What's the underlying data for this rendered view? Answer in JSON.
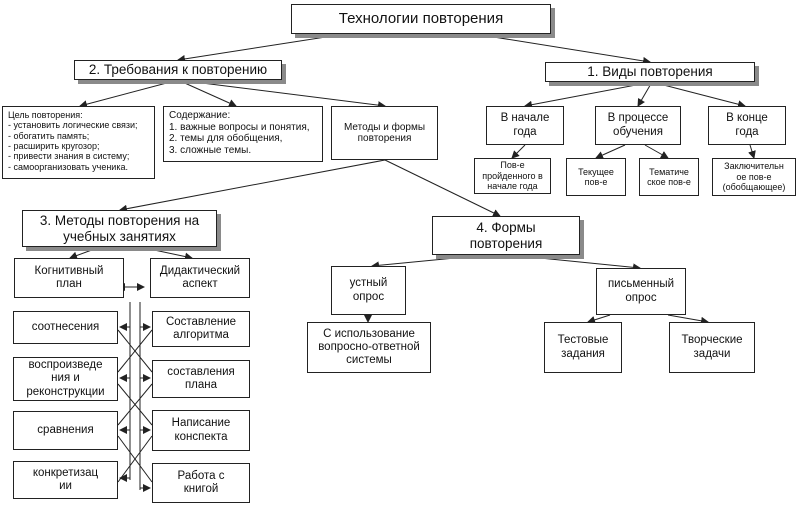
{
  "title": "Технологии повторения",
  "requirements": {
    "heading": "2. Требования к повторению",
    "goal": "Цель повторения:\n- установить логические связи;\n- обогатить память;\n- расширить кругозор;\n- привести знания в систему;\n- самоорганизовать ученика.",
    "content": "Содержание:\n1. важные вопросы и понятия,\n2. темы для обобщения,\n3. сложные темы.",
    "methods_forms": "Методы и формы\nповторения"
  },
  "types": {
    "heading": "1. Виды повторения",
    "start": "В начале\nгода",
    "start_sub": "Пов-е\nпройденного в\nначале года",
    "process": "В процессе\nобучения",
    "process_sub1": "Текущее\nпов-е",
    "process_sub2": "Тематиче\nское пов-е",
    "end": "В конце\nгода",
    "end_sub": "Заключительн\nое пов-е\n(обобщающее)"
  },
  "methods": {
    "heading": "3. Методы повторения на\nучебных занятиях",
    "cognitive": "Когнитивный\nплан",
    "didactic": "Дидактический\nаспект",
    "cognitive_items": [
      "соотнесения",
      "воспроизведе\nния и\nреконструкции",
      "сравнения",
      "конкретизац\nии"
    ],
    "didactic_items": [
      "Составление\nалгоритма",
      "составления\nплана",
      "Написание\nконспекта",
      "Работа с\nкнигой"
    ]
  },
  "forms": {
    "heading": "4. Формы\nповторения",
    "oral": "устный\nопрос",
    "oral_sub": "С использование\nвопросно-ответной\nсистемы",
    "written": "письменный\nопрос",
    "written_sub1": "Тестовые\nзадания",
    "written_sub2": "Творческие\nзадачи"
  }
}
